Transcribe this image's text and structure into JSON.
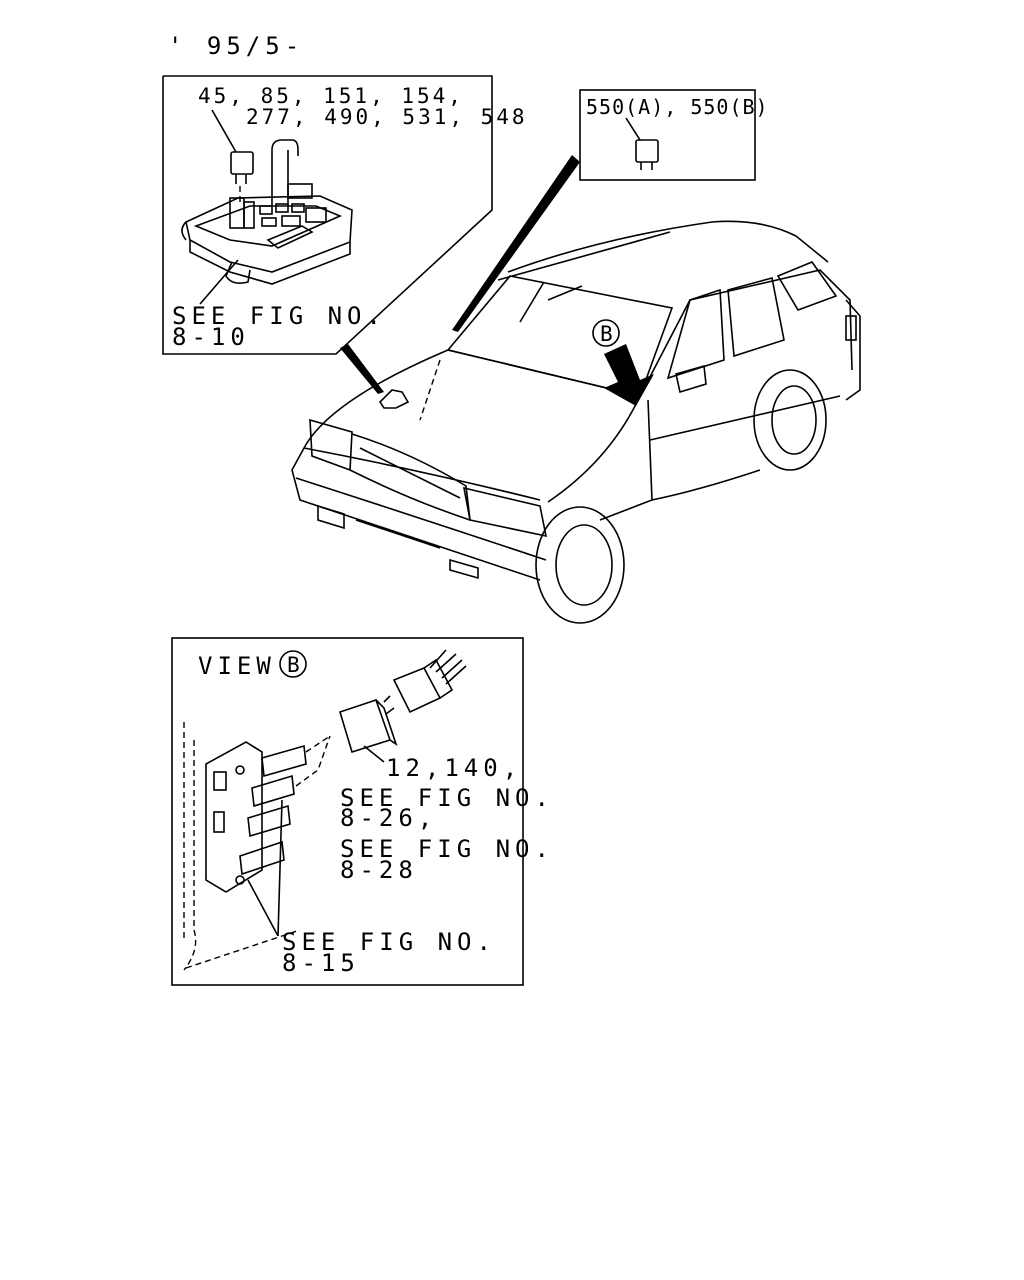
{
  "header": {
    "date_code": "' 95/5-"
  },
  "callout_top_left": {
    "part_numbers_line1": "45, 85, 151, 154,",
    "part_numbers_line2": "277, 490, 531, 548",
    "ref_line1": "SEE FIG NO.",
    "ref_line2": "8-10"
  },
  "callout_top_right": {
    "part_numbers": "550(A), 550(B)"
  },
  "vehicle": {
    "view_marker": "B"
  },
  "view_b_panel": {
    "title": "VIEW",
    "marker": "B",
    "part_numbers": "12,140,",
    "ref_a_line1": "SEE FIG NO.",
    "ref_a_line2": "8-26,",
    "ref_b_line1": "SEE FIG NO.",
    "ref_b_line2": "8-28",
    "ref_c_line1": "SEE FIG NO.",
    "ref_c_line2": "8-15"
  }
}
